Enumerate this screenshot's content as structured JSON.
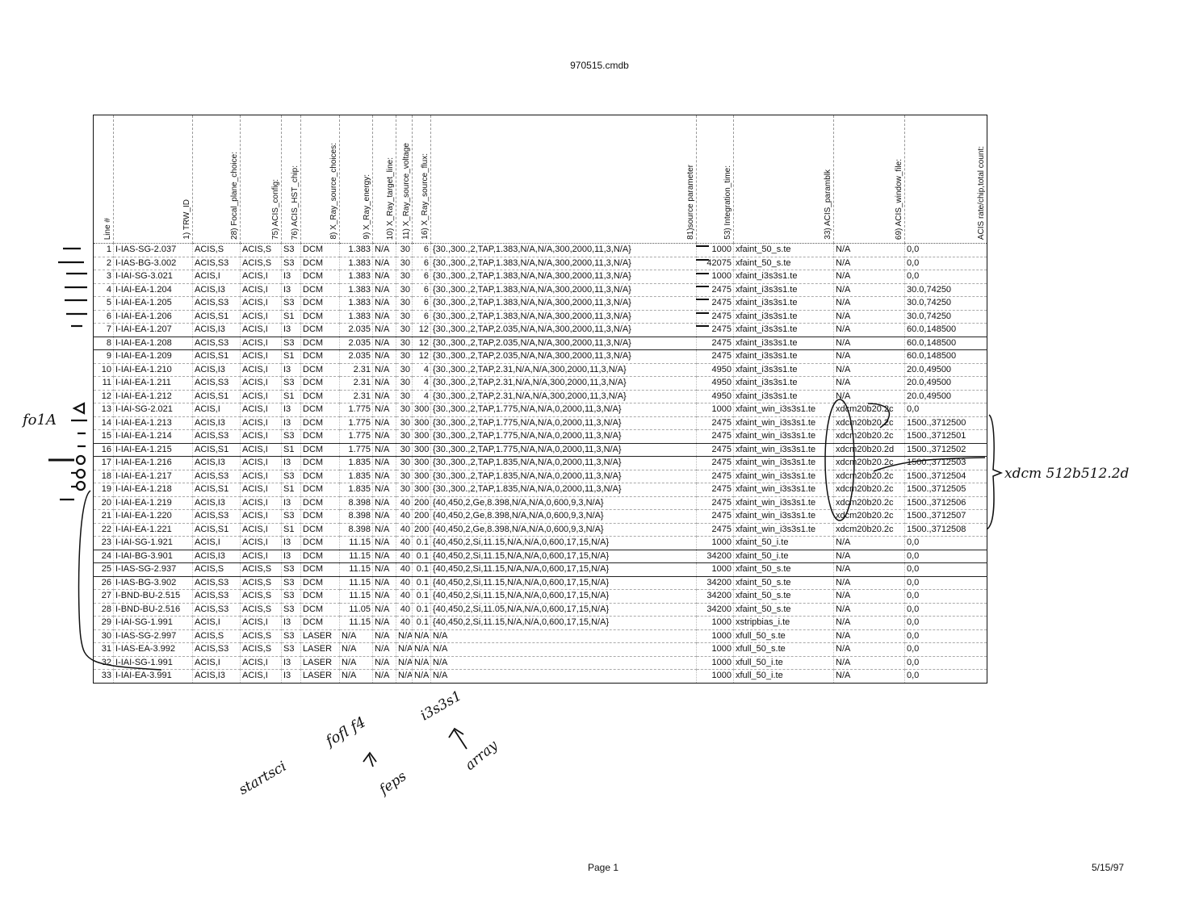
{
  "document": {
    "title": "970515.cmdb",
    "page": "Page 1",
    "date": "5/15/97"
  },
  "table": {
    "headers": [
      "Line #",
      "1) TRW_ID",
      "28) Focal_plane_choice:",
      "75) ACIS_config:",
      "76) ACIS_HST_chip:",
      "8) X_Ray_source_choices:",
      "9) X_Ray_energy:",
      "10) X_Ray_target_line:",
      "11) X_Ray_source_voltage",
      "16) X_Ray_source_flux:",
      "81)source parameter",
      "53) Integration_time:",
      "33) ACIS_paramblk",
      "69) ACIS_window_file:",
      "ACIS rate/chip,total count:"
    ],
    "rows": [
      [
        "1",
        "I-IAS-SG-2.037",
        "ACIS,S",
        "ACIS,S",
        "S3",
        "DCM",
        "1.383",
        "N/A",
        "30",
        "6",
        "{30.,300.,2,TAP,1.383,N/A,N/A,300,2000,11,3,N/A}",
        "1000",
        "xfaint_50_s.te",
        "N/A",
        "0,0"
      ],
      [
        "2",
        "I-IAS-BG-3.002",
        "ACIS,S3",
        "ACIS,S",
        "S3",
        "DCM",
        "1.383",
        "N/A",
        "30",
        "6",
        "{30.,300.,2,TAP,1.383,N/A,N/A,300,2000,11,3,N/A}",
        "42075",
        "xfaint_50_s.te",
        "N/A",
        "0,0"
      ],
      [
        "3",
        "I-IAI-SG-3.021",
        "ACIS,I",
        "ACIS,I",
        "I3",
        "DCM",
        "1.383",
        "N/A",
        "30",
        "6",
        "{30.,300.,2,TAP,1.383,N/A,N/A,300,2000,11,3,N/A}",
        "1000",
        "xfaint_i3s3s1.te",
        "N/A",
        "0,0"
      ],
      [
        "4",
        "I-IAI-EA-1.204",
        "ACIS,I3",
        "ACIS,I",
        "I3",
        "DCM",
        "1.383",
        "N/A",
        "30",
        "6",
        "{30.,300.,2,TAP,1.383,N/A,N/A,300,2000,11,3,N/A}",
        "2475",
        "xfaint_i3s3s1.te",
        "N/A",
        "30.0,74250"
      ],
      [
        "5",
        "I-IAI-EA-1.205",
        "ACIS,S3",
        "ACIS,I",
        "S3",
        "DCM",
        "1.383",
        "N/A",
        "30",
        "6",
        "{30.,300.,2,TAP,1.383,N/A,N/A,300,2000,11,3,N/A}",
        "2475",
        "xfaint_i3s3s1.te",
        "N/A",
        "30.0,74250"
      ],
      [
        "6",
        "I-IAI-EA-1.206",
        "ACIS,S1",
        "ACIS,I",
        "S1",
        "DCM",
        "1.383",
        "N/A",
        "30",
        "6",
        "{30.,300.,2,TAP,1.383,N/A,N/A,300,2000,11,3,N/A}",
        "2475",
        "xfaint_i3s3s1.te",
        "N/A",
        "30.0,74250"
      ],
      [
        "7",
        "I-IAI-EA-1.207",
        "ACIS,I3",
        "ACIS,I",
        "I3",
        "DCM",
        "2.035",
        "N/A",
        "30",
        "12",
        "{30.,300.,2,TAP,2.035,N/A,N/A,300,2000,11,3,N/A}",
        "2475",
        "xfaint_i3s3s1.te",
        "N/A",
        "60.0,148500"
      ],
      [
        "8",
        "I-IAI-EA-1.208",
        "ACIS,S3",
        "ACIS,I",
        "S3",
        "DCM",
        "2.035",
        "N/A",
        "30",
        "12",
        "{30.,300.,2,TAP,2.035,N/A,N/A,300,2000,11,3,N/A}",
        "2475",
        "xfaint_i3s3s1.te",
        "N/A",
        "60.0,148500"
      ],
      [
        "9",
        "I-IAI-EA-1.209",
        "ACIS,S1",
        "ACIS,I",
        "S1",
        "DCM",
        "2.035",
        "N/A",
        "30",
        "12",
        "{30.,300.,2,TAP,2.035,N/A,N/A,300,2000,11,3,N/A}",
        "2475",
        "xfaint_i3s3s1.te",
        "N/A",
        "60.0,148500"
      ],
      [
        "10",
        "I-IAI-EA-1.210",
        "ACIS,I3",
        "ACIS,I",
        "I3",
        "DCM",
        "2.31",
        "N/A",
        "30",
        "4",
        "{30.,300.,2,TAP,2.31,N/A,N/A,300,2000,11,3,N/A}",
        "4950",
        "xfaint_i3s3s1.te",
        "N/A",
        "20.0,49500"
      ],
      [
        "11",
        "I-IAI-EA-1.211",
        "ACIS,S3",
        "ACIS,I",
        "S3",
        "DCM",
        "2.31",
        "N/A",
        "30",
        "4",
        "{30.,300.,2,TAP,2.31,N/A,N/A,300,2000,11,3,N/A}",
        "4950",
        "xfaint_i3s3s1.te",
        "N/A",
        "20.0,49500"
      ],
      [
        "12",
        "I-IAI-EA-1.212",
        "ACIS,S1",
        "ACIS,I",
        "S1",
        "DCM",
        "2.31",
        "N/A",
        "30",
        "4",
        "{30.,300.,2,TAP,2.31,N/A,N/A,300,2000,11,3,N/A}",
        "4950",
        "xfaint_i3s3s1.te",
        "N/A",
        "20.0,49500"
      ],
      [
        "13",
        "I-IAI-SG-2.021",
        "ACIS,I",
        "ACIS,I",
        "I3",
        "DCM",
        "1.775",
        "N/A",
        "30",
        "300",
        "{30.,300.,2,TAP,1.775,N/A,N/A,0,2000,11,3,N/A}",
        "1000",
        "xfaint_win_i3s3s1.te",
        "xdcm20b20.2c",
        "0,0"
      ],
      [
        "14",
        "I-IAI-EA-1.213",
        "ACIS,I3",
        "ACIS,I",
        "I3",
        "DCM",
        "1.775",
        "N/A",
        "30",
        "300",
        "{30.,300.,2,TAP,1.775,N/A,N/A,0,2000,11,3,N/A}",
        "2475",
        "xfaint_win_i3s3s1.te",
        "xdcm20b20.2c",
        "1500.,3712500"
      ],
      [
        "15",
        "I-IAI-EA-1.214",
        "ACIS,S3",
        "ACIS,I",
        "S3",
        "DCM",
        "1.775",
        "N/A",
        "30",
        "300",
        "{30.,300.,2,TAP,1.775,N/A,N/A,0,2000,11,3,N/A}",
        "2475",
        "xfaint_win_i3s3s1.te",
        "xdcm20b20.2c",
        "1500.,3712501"
      ],
      [
        "16",
        "I-IAI-EA-1.215",
        "ACIS,S1",
        "ACIS,I",
        "S1",
        "DCM",
        "1.775",
        "N/A",
        "30",
        "300",
        "{30.,300.,2,TAP,1.775,N/A,N/A,0,2000,11,3,N/A}",
        "2475",
        "xfaint_win_i3s3s1.te",
        "xdcm20b20.2d",
        "1500.,3712502"
      ],
      [
        "17",
        "I-IAI-EA-1.216",
        "ACIS,I3",
        "ACIS,I",
        "I3",
        "DCM",
        "1.835",
        "N/A",
        "30",
        "300",
        "{30.,300.,2,TAP,1.835,N/A,N/A,0,2000,11,3,N/A}",
        "2475",
        "xfaint_win_i3s3s1.te",
        "xdcm20b20.2c",
        "1500.,3712503"
      ],
      [
        "18",
        "I-IAI-EA-1.217",
        "ACIS,S3",
        "ACIS,I",
        "S3",
        "DCM",
        "1.835",
        "N/A",
        "30",
        "300",
        "{30.,300.,2,TAP,1.835,N/A,N/A,0,2000,11,3,N/A}",
        "2475",
        "xfaint_win_i3s3s1.te",
        "xdcm20b20.2c",
        "1500.,3712504"
      ],
      [
        "19",
        "I-IAI-EA-1.218",
        "ACIS,S1",
        "ACIS,I",
        "S1",
        "DCM",
        "1.835",
        "N/A",
        "30",
        "300",
        "{30.,300.,2,TAP,1.835,N/A,N/A,0,2000,11,3,N/A}",
        "2475",
        "xfaint_win_i3s3s1.te",
        "xdcm20b20.2c",
        "1500.,3712505"
      ],
      [
        "20",
        "I-IAI-EA-1.219",
        "ACIS,I3",
        "ACIS,I",
        "I3",
        "DCM",
        "8.398",
        "N/A",
        "40",
        "200",
        "{40,450,2,Ge,8.398,N/A,N/A,0,600,9,3,N/A}",
        "2475",
        "xfaint_win_i3s3s1.te",
        "xdcm20b20.2c",
        "1500.,3712506"
      ],
      [
        "21",
        "I-IAI-EA-1.220",
        "ACIS,S3",
        "ACIS,I",
        "S3",
        "DCM",
        "8.398",
        "N/A",
        "40",
        "200",
        "{40,450,2,Ge,8.398,N/A,N/A,0,600,9,3,N/A}",
        "2475",
        "xfaint_win_i3s3s1.te",
        "xdcm20b20.2c",
        "1500.,3712507"
      ],
      [
        "22",
        "I-IAI-EA-1.221",
        "ACIS,S1",
        "ACIS,I",
        "S1",
        "DCM",
        "8.398",
        "N/A",
        "40",
        "200",
        "{40,450,2,Ge,8.398,N/A,N/A,0,600,9,3,N/A}",
        "2475",
        "xfaint_win_i3s3s1.te",
        "xdcm20b20.2c",
        "1500.,3712508"
      ],
      [
        "23",
        "I-IAI-SG-1.921",
        "ACIS,I",
        "ACIS,I",
        "I3",
        "DCM",
        "11.15",
        "N/A",
        "40",
        "0.1",
        "{40,450,2,Si,11.15,N/A,N/A,0,600,17,15,N/A}",
        "1000",
        "xfaint_50_i.te",
        "N/A",
        "0,0"
      ],
      [
        "24",
        "I-IAI-BG-3.901",
        "ACIS,I3",
        "ACIS,I",
        "I3",
        "DCM",
        "11.15",
        "N/A",
        "40",
        "0.1",
        "{40,450,2,Si,11.15,N/A,N/A,0,600,17,15,N/A}",
        "34200",
        "xfaint_50_i.te",
        "N/A",
        "0,0"
      ],
      [
        "25",
        "I-IAS-SG-2.937",
        "ACIS,S",
        "ACIS,S",
        "S3",
        "DCM",
        "11.15",
        "N/A",
        "40",
        "0.1",
        "{40,450,2,Si,11.15,N/A,N/A,0,600,17,15,N/A}",
        "1000",
        "xfaint_50_s.te",
        "N/A",
        "0,0"
      ],
      [
        "26",
        "I-IAS-BG-3.902",
        "ACIS,S3",
        "ACIS,S",
        "S3",
        "DCM",
        "11.15",
        "N/A",
        "40",
        "0.1",
        "{40,450,2,Si,11.15,N/A,N/A,0,600,17,15,N/A}",
        "34200",
        "xfaint_50_s.te",
        "N/A",
        "0,0"
      ],
      [
        "27",
        "I-BND-BU-2.515",
        "ACIS,S3",
        "ACIS,S",
        "S3",
        "DCM",
        "11.15",
        "N/A",
        "40",
        "0.1",
        "{40,450,2,Si,11.15,N/A,N/A,0,600,17,15,N/A}",
        "34200",
        "xfaint_50_s.te",
        "N/A",
        "0,0"
      ],
      [
        "28",
        "I-BND-BU-2.516",
        "ACIS,S3",
        "ACIS,S",
        "S3",
        "DCM",
        "11.05",
        "N/A",
        "40",
        "0.1",
        "{40,450,2,Si,11.05,N/A,N/A,0,600,17,15,N/A}",
        "34200",
        "xfaint_50_s.te",
        "N/A",
        "0,0"
      ],
      [
        "29",
        "I-IAI-SG-1.991",
        "ACIS,I",
        "ACIS,I",
        "I3",
        "DCM",
        "11.15",
        "N/A",
        "40",
        "0.1",
        "{40,450,2,Si,11.15,N/A,N/A,0,600,17,15,N/A}",
        "1000",
        "xstripbias_i.te",
        "N/A",
        "0,0"
      ],
      [
        "30",
        "I-IAS-SG-2.997",
        "ACIS,S",
        "ACIS,S",
        "S3",
        "LASER",
        "N/A",
        "N/A",
        "N/A",
        "N/A",
        "N/A",
        "1000",
        "xfull_50_s.te",
        "N/A",
        "0,0"
      ],
      [
        "31",
        "I-IAS-EA-3.992",
        "ACIS,S3",
        "ACIS,S",
        "S3",
        "LASER",
        "N/A",
        "N/A",
        "N/A",
        "N/A",
        "N/A",
        "1000",
        "xfull_50_s.te",
        "N/A",
        "0,0"
      ],
      [
        "32",
        "I-IAI-SG-1.991",
        "ACIS,I",
        "ACIS,I",
        "I3",
        "LASER",
        "N/A",
        "N/A",
        "N/A",
        "N/A",
        "N/A",
        "1000",
        "xfull_50_i.te",
        "N/A",
        "0,0"
      ],
      [
        "33",
        "I-IAI-EA-3.991",
        "ACIS,I3",
        "ACIS,I",
        "I3",
        "LASER",
        "N/A",
        "N/A",
        "N/A",
        "N/A",
        "N/A",
        "1000",
        "xfull_50_i.te",
        "N/A",
        "0,0"
      ]
    ]
  },
  "annotations": {
    "left_note": "fo1A",
    "right_note": "xdcm 512b512.2d",
    "bottom_notes": [
      "startsci",
      "fofl f4",
      "i3s3s1",
      "feps",
      "array"
    ]
  }
}
